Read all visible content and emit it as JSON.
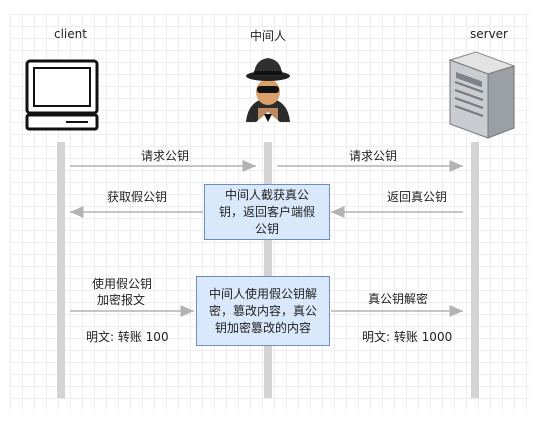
{
  "actors": {
    "client": "client",
    "mitm": "中间人",
    "server": "server"
  },
  "messages": {
    "req_left": "请求公钥",
    "req_right": "请求公钥",
    "fake_key": "获取假公钥",
    "return_real": "返回真公钥",
    "encrypt_1": "使用假公钥",
    "encrypt_2": "加密报文",
    "plaintext_left": "明文: 转账 100",
    "decrypt_real": "真公钥解密",
    "plaintext_right": "明文: 转账 1000"
  },
  "boxes": {
    "intercept": [
      "中间人截获真公",
      "钥，返回客户端假",
      "公钥"
    ],
    "tamper": [
      "中间人使用假公钥解",
      "密，篡改内容，真公",
      "钥加密篡改的内容"
    ]
  },
  "colors": {
    "box_fill": "#dae8fc",
    "box_border": "#6c8ebf",
    "lifeline": "#d4d4d4",
    "arrow": "#b3b3b3"
  }
}
